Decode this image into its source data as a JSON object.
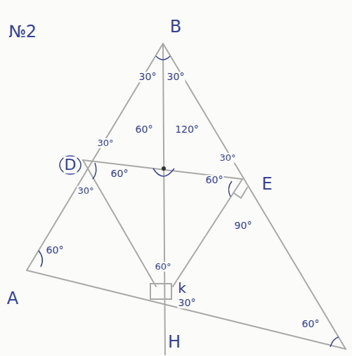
{
  "diagram": {
    "labels": [
      "№2",
      "B",
      "30°",
      "30°",
      "D",
      "30°",
      "60°",
      "120°",
      "60°",
      "30°",
      "30°",
      "60°",
      "E",
      "90°",
      "60°",
      "60°",
      "k",
      "30°",
      "H",
      "A",
      "60°"
    ]
  }
}
